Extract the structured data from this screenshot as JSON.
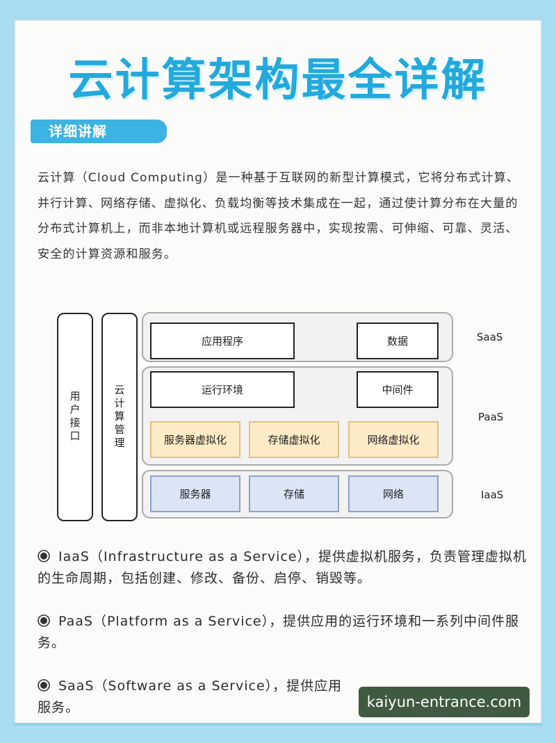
{
  "title": "云计算架构最全详解",
  "section_tag": "详细讲解",
  "intro": "云计算（Cloud Computing）是一种基于互联网的新型计算模式，它将分布式计算、并行计算、网络存储、虚拟化、负载均衡等技术集成在一起，通过使计算分布在大量的分布式计算机上，而非本地计算机或远程服务器中，实现按需、可伸缩、可靠、灵活、安全的计算资源和服务。",
  "diagram": {
    "left_bar_1": "用户接口",
    "left_bar_2": "云计算管理",
    "saas": {
      "label": "SaaS",
      "app": "应用程序",
      "data": "数据"
    },
    "paas": {
      "label": "PaaS",
      "runtime": "运行环境",
      "middleware": "中间件",
      "server_virt": "服务器虚拟化",
      "storage_virt": "存储虚拟化",
      "network_virt": "网络虚拟化"
    },
    "iaas": {
      "label": "IaaS",
      "server": "服务器",
      "storage": "存储",
      "network": "网络"
    }
  },
  "bullets": [
    "IaaS（Infrastructure as a Service），提供虚拟机服务，负责管理虚拟机的生命周期，包括创建、修改、备份、启停、销毁等。",
    "PaaS（Platform as a Service），提供应用的运行环境和一系列中间件服务。",
    "SaaS（Software as a Service），提供应用服务。"
  ],
  "watermark": "kaiyun-entrance.com",
  "colors": {
    "title": "#23a9dc",
    "tag_bg": "#3cb3e2",
    "background": "#a9dcf0"
  }
}
